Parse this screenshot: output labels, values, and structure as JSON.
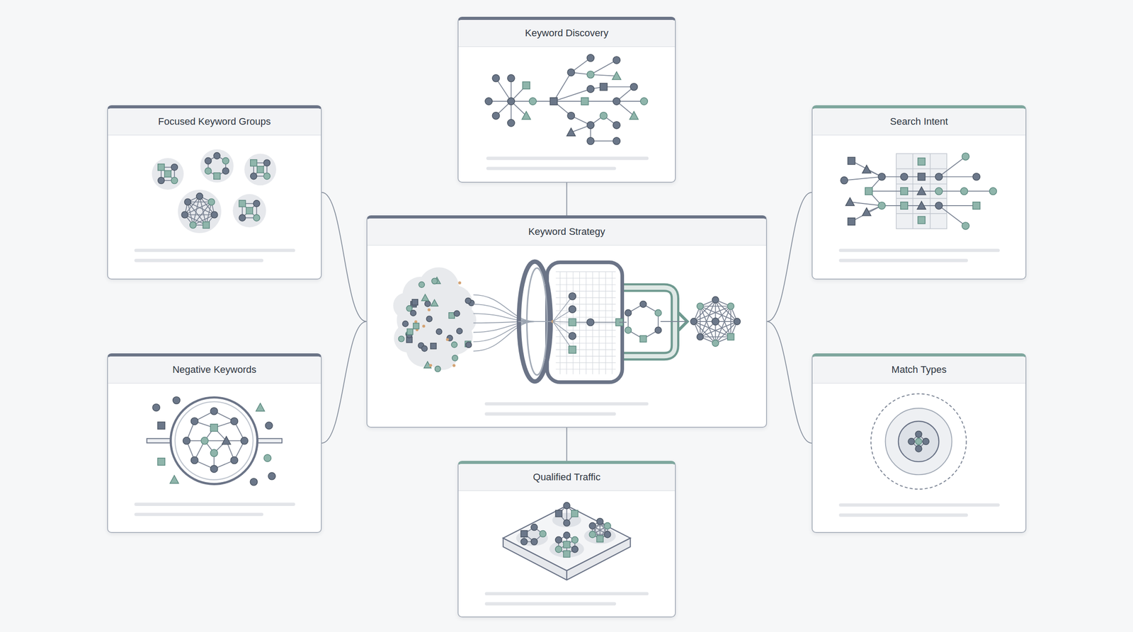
{
  "diagram": {
    "nodes": [
      {
        "text": [
          "Keyword Discovery"
        ]
      },
      {
        "text": [
          "Focused Keyword Groups"
        ]
      },
      {
        "text": [
          "Search Intent"
        ]
      },
      {
        "text": [
          "Keyword Strategy"
        ]
      },
      {
        "text": [
          "Negative Keywords"
        ]
      },
      {
        "text": [
          "Match Types"
        ]
      },
      {
        "text": [
          "Qualified Traffic"
        ]
      }
    ],
    "edges": [
      {
        "from": 3,
        "to": 0,
        "arrow": "none"
      },
      {
        "from": 3,
        "to": 1,
        "arrow": "none"
      },
      {
        "from": 3,
        "to": 2,
        "arrow": "none"
      },
      {
        "from": 3,
        "to": 4,
        "arrow": "none"
      },
      {
        "from": 3,
        "to": 5,
        "arrow": "none"
      },
      {
        "from": 3,
        "to": 6,
        "arrow": "none"
      }
    ]
  }
}
